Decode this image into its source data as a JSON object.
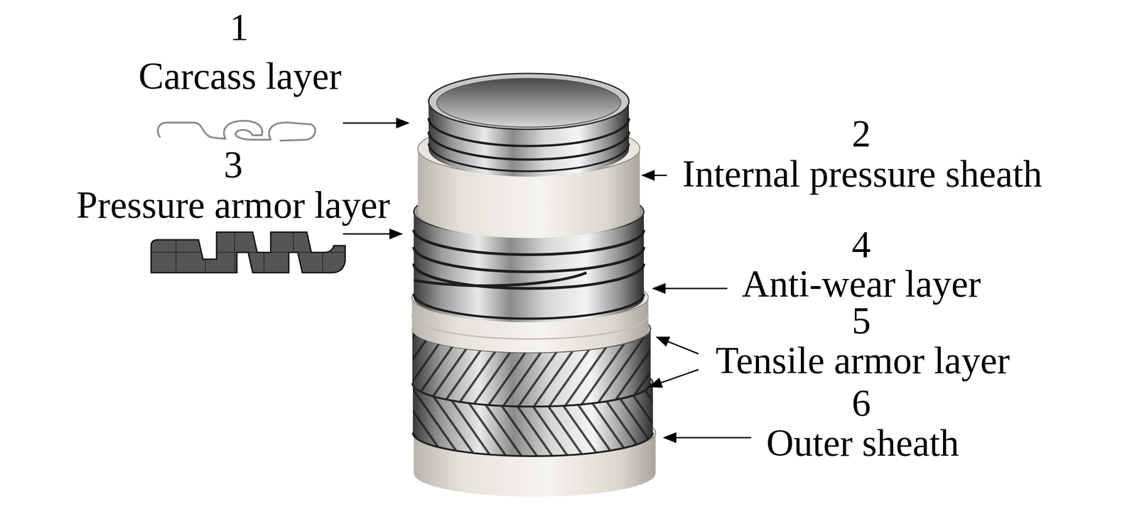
{
  "diagram": {
    "labels": [
      "1",
      "Carcass layer",
      "2",
      "Internal pressure sheath",
      "3",
      "Pressure armor layer",
      "4",
      "Anti-wear layer",
      "5",
      "Tensile armor layer",
      "6",
      "Outer sheath"
    ]
  }
}
